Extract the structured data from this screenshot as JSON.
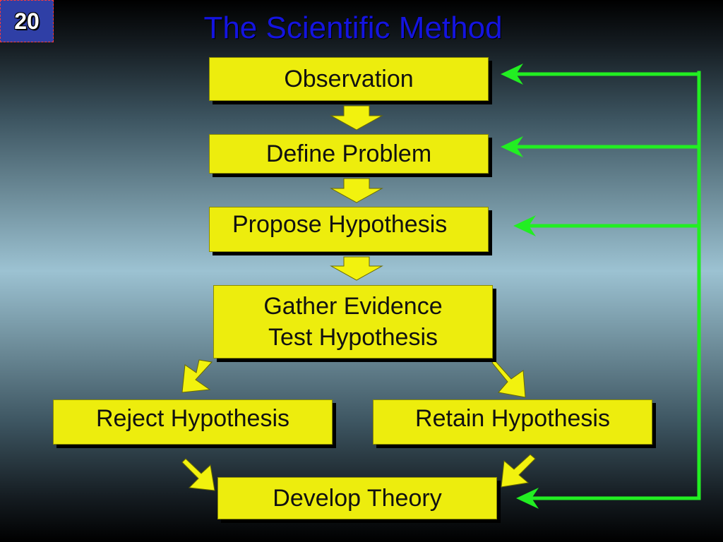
{
  "slide_number": "20",
  "title": "The Scientific Method",
  "steps": {
    "observation": "Observation",
    "define_problem": "Define Problem",
    "propose_hypothesis": "Propose Hypothesis",
    "gather_evidence": [
      "Gather Evidence",
      "Test Hypothesis"
    ],
    "reject_hypothesis": "Reject Hypothesis",
    "retain_hypothesis": "Retain Hypothesis",
    "develop_theory": "Develop Theory"
  },
  "colors": {
    "box_fill": "#eded0d",
    "flow_arrow": "#f2f20e",
    "feedback_arrow": "#22ee22",
    "title": "#1414e0",
    "badge": "#2f3fa6"
  }
}
